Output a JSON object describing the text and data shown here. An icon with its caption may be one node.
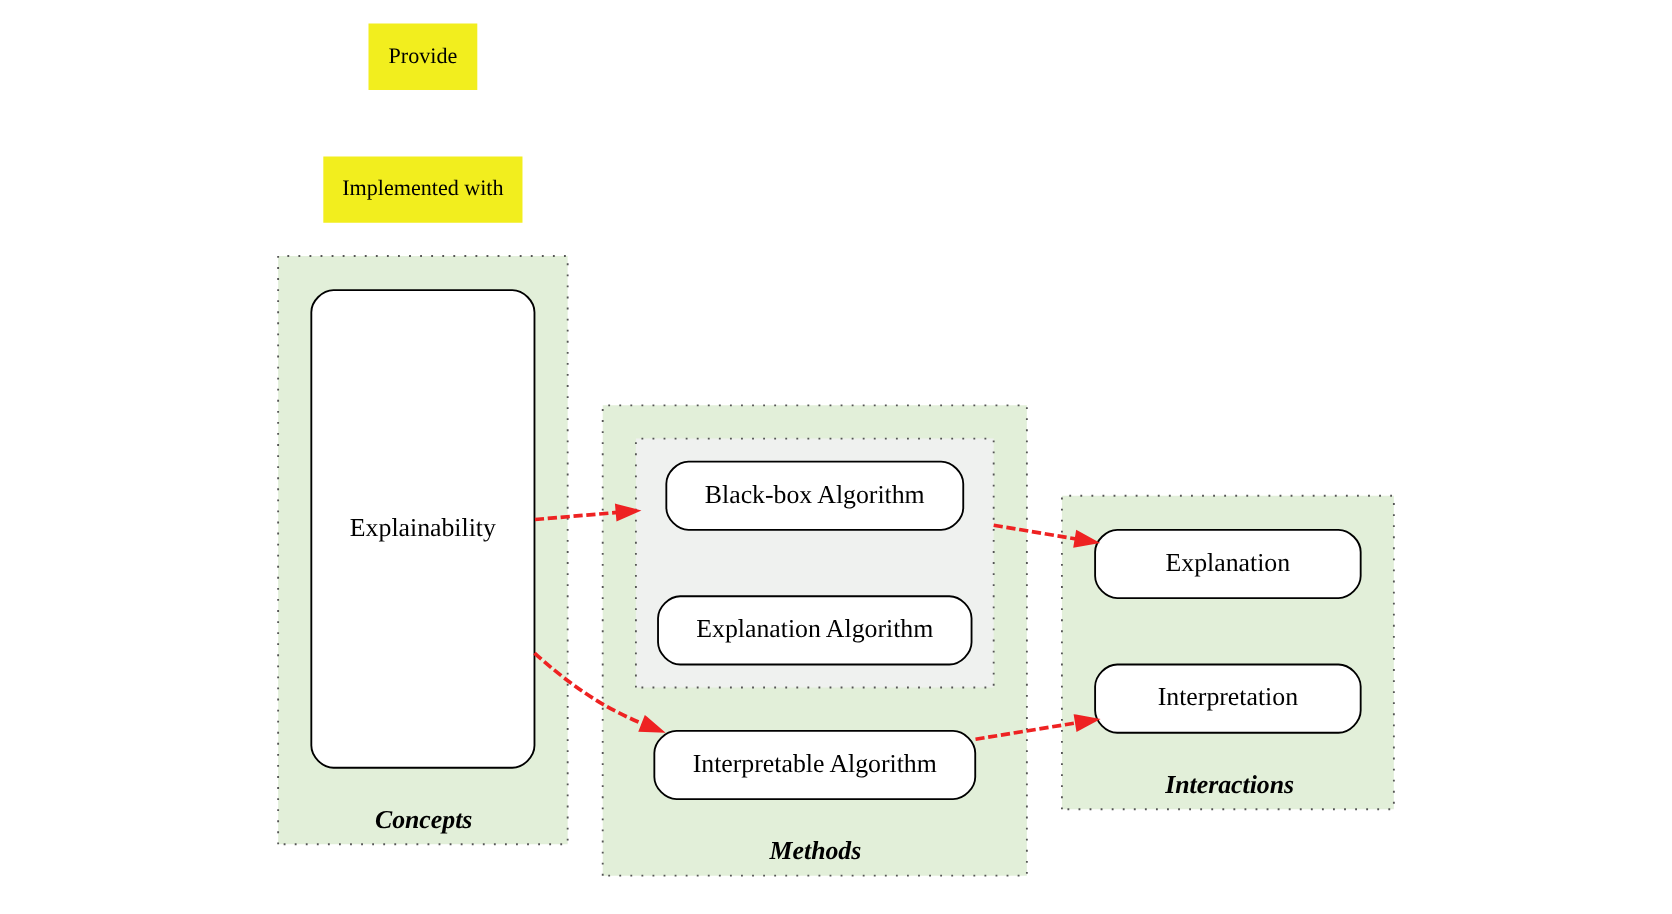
{
  "diagram": {
    "nodes": [
      {
        "text": [
          "Concepts"
        ]
      },
      {
        "text": [
          "Explainability"
        ],
        "in": 0
      },
      {
        "text": [
          "Methods"
        ]
      },
      {
        "text": [
          "Interpretable Algorithm"
        ],
        "in": 2
      },
      {
        "text": [],
        "shape": "box",
        "in": 2
      },
      {
        "text": [
          "Black-box Algorithm"
        ],
        "in": 4
      },
      {
        "text": [
          "Explanation Algorithm"
        ],
        "in": 4
      },
      {
        "text": [
          "Interactions"
        ]
      },
      {
        "text": [
          "Interpretation"
        ],
        "in": 7
      },
      {
        "text": [
          "Explanation"
        ],
        "in": 7
      }
    ],
    "edges": [
      {
        "from": 1,
        "to": 3,
        "arrow": "to",
        "style": "dashed"
      },
      {
        "from": 1,
        "to": 4,
        "arrow": "to",
        "style": "dashed"
      },
      {
        "from": 3,
        "to": 8,
        "arrow": "to",
        "style": "dashed"
      },
      {
        "from": 4,
        "to": 9,
        "arrow": "to",
        "style": "dashed"
      }
    ],
    "labels": [
      "Implemented with",
      "Provide"
    ]
  }
}
